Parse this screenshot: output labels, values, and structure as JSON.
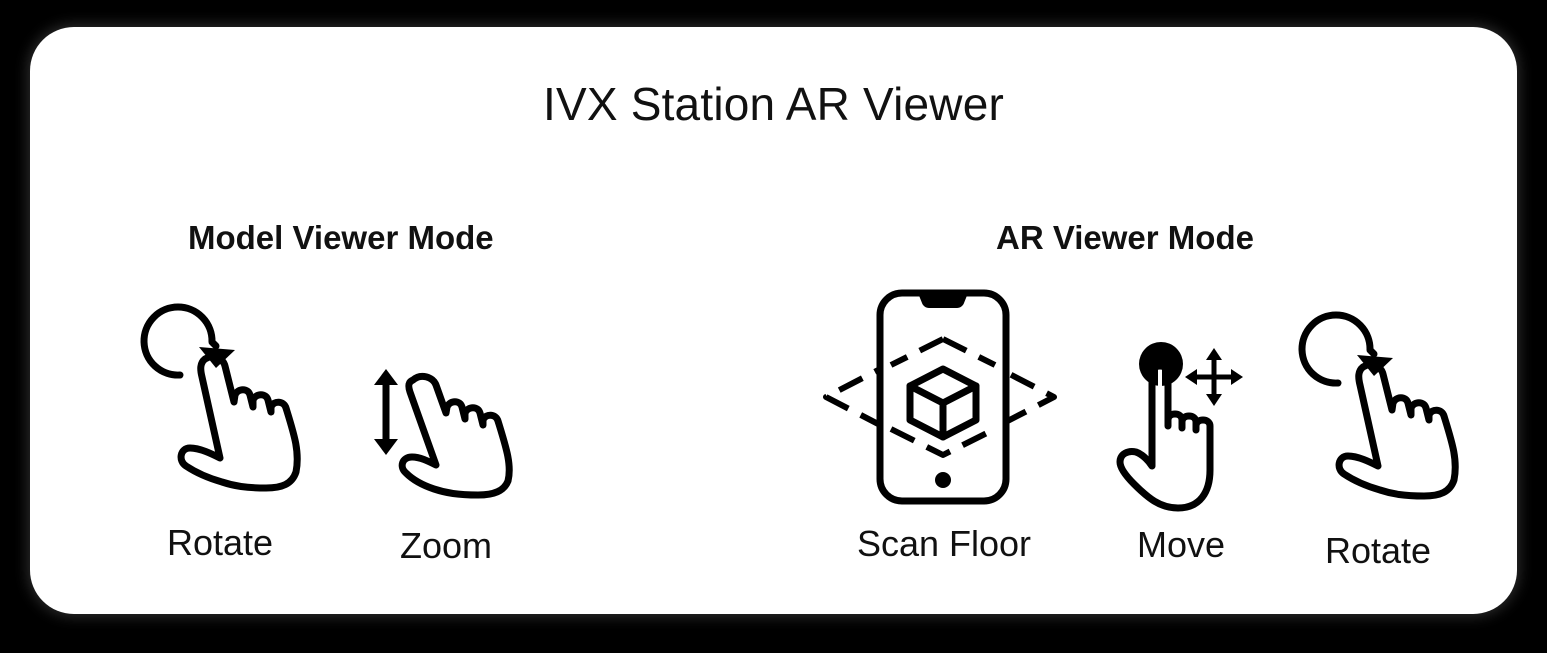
{
  "title": "IVX Station AR Viewer",
  "sections": {
    "model_viewer": {
      "title": "Model Viewer Mode",
      "gestures": [
        {
          "label": "Rotate",
          "icon": "rotate-gesture-icon"
        },
        {
          "label": "Zoom",
          "icon": "zoom-gesture-icon"
        }
      ]
    },
    "ar_viewer": {
      "title": "AR Viewer Mode",
      "gestures": [
        {
          "label": "Scan Floor",
          "icon": "scan-floor-phone-icon"
        },
        {
          "label": "Move",
          "icon": "move-gesture-icon"
        },
        {
          "label": "Rotate",
          "icon": "rotate-gesture-icon"
        }
      ]
    }
  },
  "colors": {
    "background": "#000000",
    "card": "#ffffff",
    "ink": "#111111"
  }
}
